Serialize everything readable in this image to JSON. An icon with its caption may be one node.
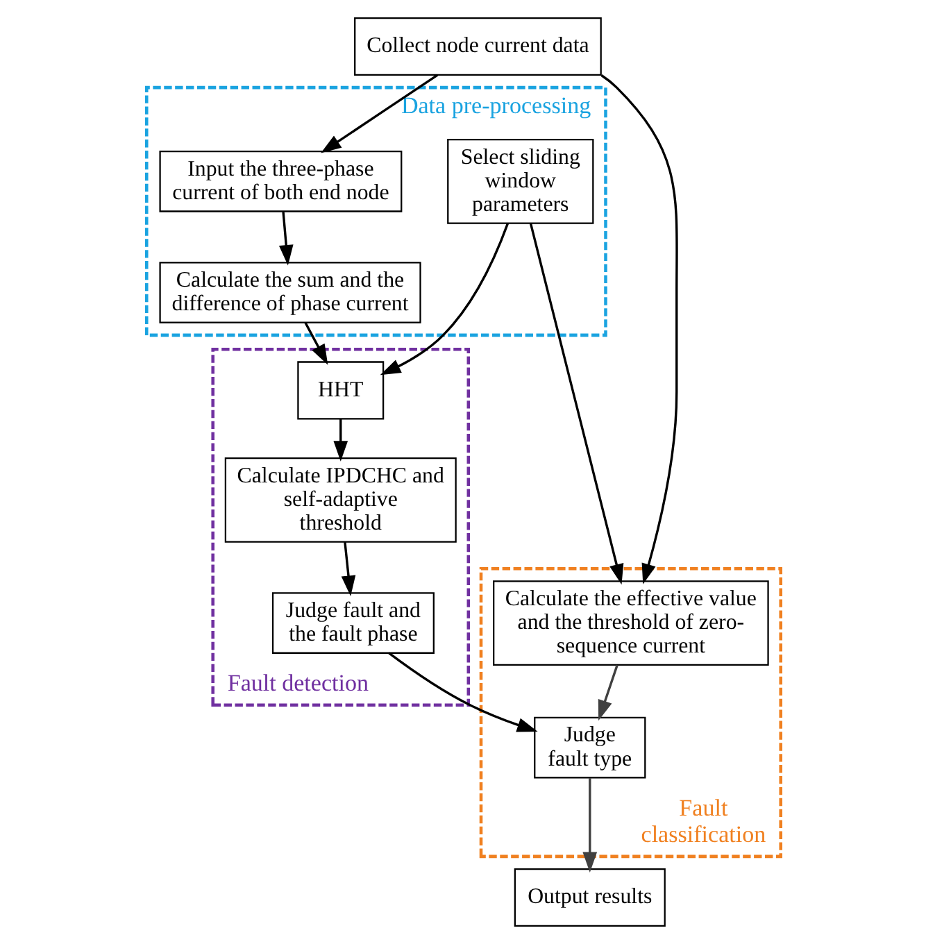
{
  "diagram": {
    "nodes": [
      {
        "text": [
          "Collect node current data"
        ]
      },
      {
        "text": [
          "Data pre-processing"
        ]
      },
      {
        "text": [
          "Input the three-phase current of both end node"
        ],
        "in": 1
      },
      {
        "text": [
          "Calculate the sum and the difference of phase current"
        ],
        "in": 1
      },
      {
        "text": [
          "Select sliding window parameters"
        ],
        "in": 1
      },
      {
        "text": [
          "Fault detection"
        ]
      },
      {
        "text": [
          "HHT"
        ],
        "in": 5
      },
      {
        "text": [
          "Calculate IPDCHC and self-adaptive threshold"
        ],
        "in": 5
      },
      {
        "text": [
          "Judge fault and the fault phase"
        ],
        "in": 5
      },
      {
        "text": [
          "Fault classification"
        ]
      },
      {
        "text": [
          "Calculate the effective value and the threshold of zero-sequence current"
        ],
        "in": 9
      },
      {
        "text": [
          "Judge fault type"
        ],
        "in": 9
      },
      {
        "text": [
          "Output results"
        ]
      }
    ],
    "edges": [
      {
        "from": 0,
        "to": 2,
        "arrow": "to"
      },
      {
        "from": 2,
        "to": 3,
        "arrow": "to"
      },
      {
        "from": 3,
        "to": 6,
        "arrow": "to"
      },
      {
        "from": 4,
        "to": 6,
        "arrow": "to"
      },
      {
        "from": 4,
        "to": 10,
        "arrow": "to"
      },
      {
        "from": 0,
        "to": 10,
        "arrow": "to"
      },
      {
        "from": 6,
        "to": 7,
        "arrow": "to"
      },
      {
        "from": 7,
        "to": 8,
        "arrow": "to"
      },
      {
        "from": 8,
        "to": 11,
        "arrow": "to"
      },
      {
        "from": 10,
        "to": 11,
        "arrow": "to",
        "color": "#404040"
      },
      {
        "from": 11,
        "to": 12,
        "arrow": "to",
        "color": "#404040"
      }
    ]
  }
}
